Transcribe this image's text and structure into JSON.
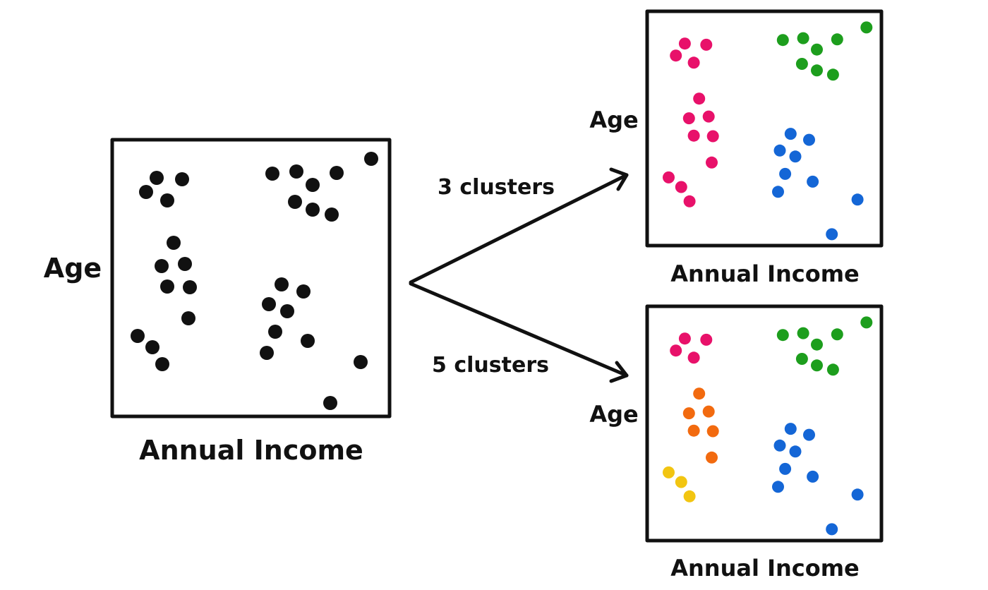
{
  "colors": {
    "unclustered": "#111111",
    "pink": "#e8116a",
    "green": "#1d9e1d",
    "blue": "#1466d6",
    "orange": "#f26a0f",
    "yellow": "#f2c511"
  },
  "input_plot": {
    "x_label": "Annual Income",
    "y_label": "Age"
  },
  "arrows": {
    "top_label": "3 clusters",
    "bottom_label": "5 clusters"
  },
  "result_3": {
    "x_label": "Annual Income",
    "y_label": "Age",
    "group_colors": [
      "pink",
      "pink",
      "pink",
      "green",
      "blue"
    ]
  },
  "result_5": {
    "x_label": "Annual Income",
    "y_label": "Age",
    "group_colors": [
      "pink",
      "orange",
      "yellow",
      "green",
      "blue"
    ]
  }
}
